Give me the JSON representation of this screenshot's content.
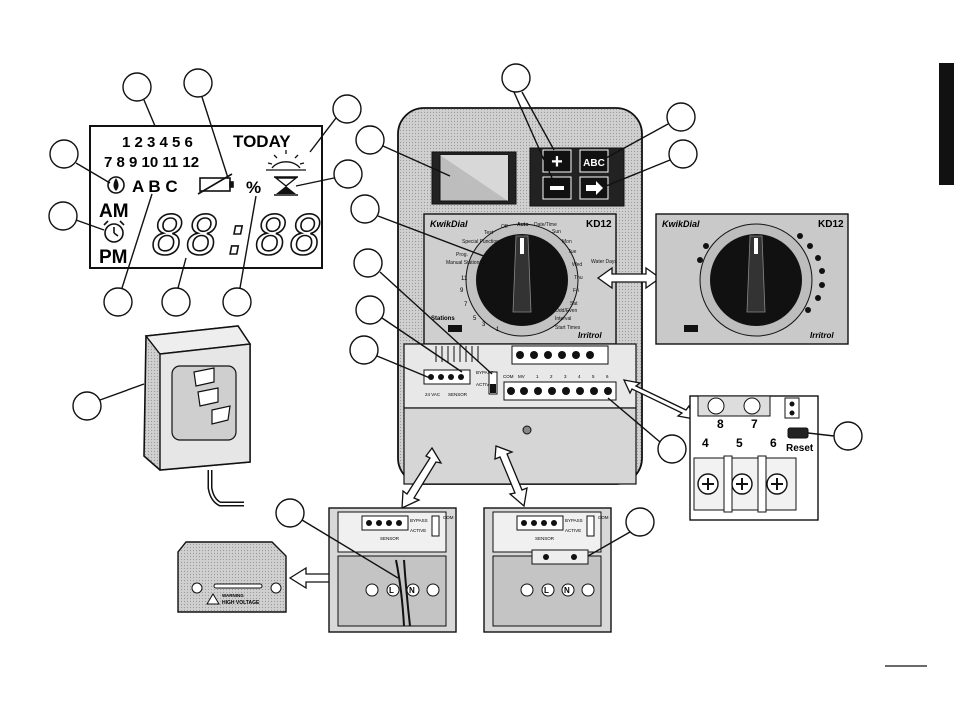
{
  "lcd": {
    "row1": "1 2 3 4 5 6",
    "today": "TODAY",
    "row2": "7 8 9 10 11 12",
    "abc": "A B C",
    "percent": "%",
    "am": "AM",
    "pm": "PM",
    "digits": "88:88"
  },
  "controller": {
    "brand": "KwikDial",
    "model": "KD12",
    "dial_positions": [
      "Off",
      "Test",
      "Special Functions",
      "Prog.",
      "Manual Station(s)",
      "Auto",
      "Date/Time",
      "Sun",
      "Mon",
      "Tue",
      "Wed",
      "Thu",
      "Fri",
      "Sat",
      "Odd/Even",
      "Interval",
      "Start Times",
      "Water Days"
    ],
    "stations_label": "Stations",
    "irritrol": "Irritrol",
    "keys": {
      "abc": "ABC"
    },
    "terminals": [
      "COM",
      "MV",
      "1",
      "2",
      "3",
      "4",
      "5",
      "6"
    ],
    "bypass": "BYPASS",
    "active": "ACTIVE",
    "vac": "24 VAC",
    "sensor": "SENSOR"
  },
  "dial_inset": {
    "brand": "KwikDial",
    "model": "KD12",
    "irritrol": "Irritrol"
  },
  "terminal_inset": {
    "labels_top": [
      "8",
      "7"
    ],
    "labels_bottom": [
      "4",
      "5",
      "6"
    ],
    "reset": "Reset"
  },
  "warning_cover": {
    "warning": "WARNING",
    "text": "HIGH VOLTAGE"
  },
  "wiring_inset": {
    "com": "COM",
    "bypass": "BYPASS",
    "active": "ACTIVE",
    "sensor": "SENSOR",
    "l": "L",
    "n": "N"
  }
}
